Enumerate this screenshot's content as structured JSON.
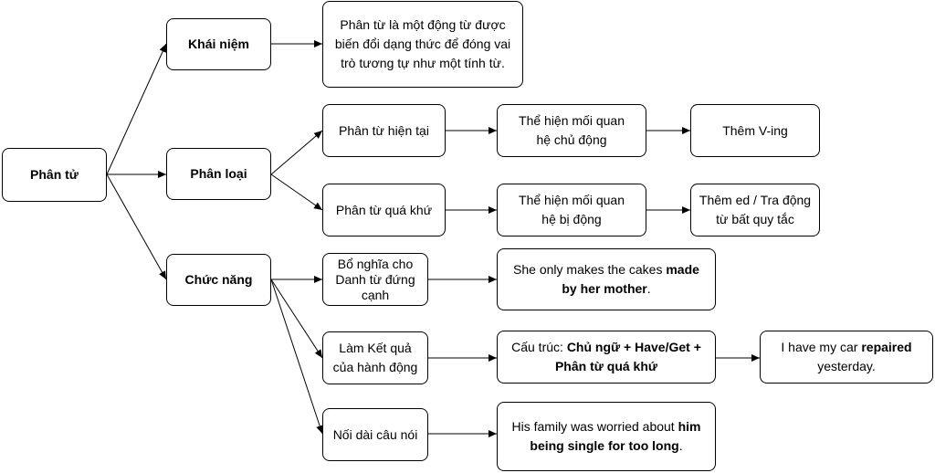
{
  "nodes": {
    "root": "Phân tử",
    "concept": "Khái niệm",
    "concept_desc": "Phân từ là một động từ được biến đổi dạng thức để đóng vai trò tương tự như một tính từ.",
    "types": "Phân loại",
    "present": "Phân từ hiện tại",
    "present_rel": "Thể hiện mối quan hệ chủ động",
    "present_form": "Thêm V-ing",
    "past": "Phân từ quá khứ",
    "past_rel": "Thể hiện mối quan hệ bị động",
    "past_form": "Thêm ed / Tra động từ bất quy tắc",
    "function": "Chức năng",
    "f1": "Bổ nghĩa cho Danh từ đứng cạnh",
    "f1_ex": {
      "a": "She only makes the cakes ",
      "b": "made by her mother",
      "c": "."
    },
    "f2": "Làm Kết quả của hành động",
    "f2_struct": {
      "a": "Cấu trúc: ",
      "b": "Chủ ngữ + Have/Get + Phân từ quá khứ"
    },
    "f2_ex": {
      "a": "I have my car ",
      "b": "repaired",
      "c": " yesterday."
    },
    "f3": "Nối dài câu nói",
    "f3_ex": {
      "a": "His family was worried about ",
      "b": "him being single for too long",
      "c": "."
    }
  }
}
